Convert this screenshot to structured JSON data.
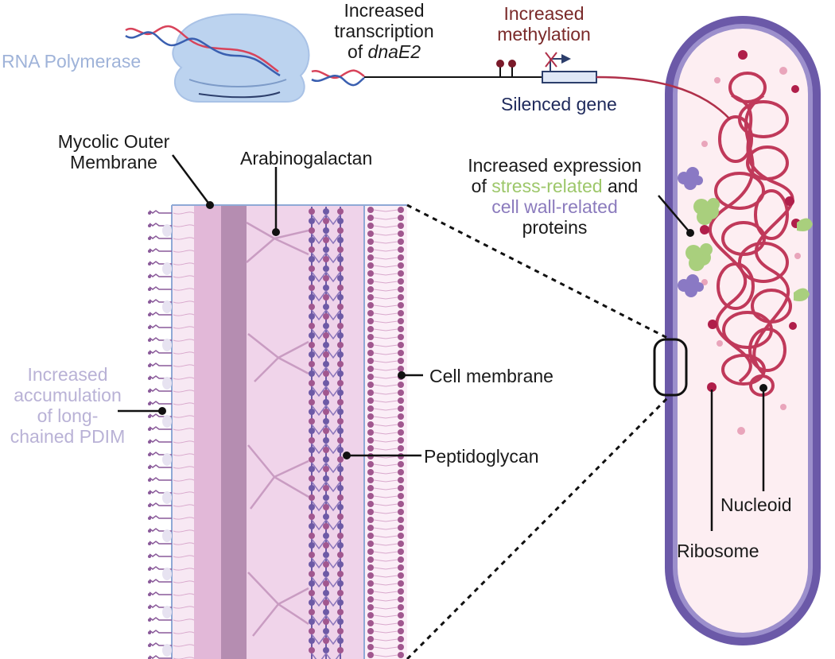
{
  "labels": {
    "rna_polymerase": "RNA Polymerase",
    "transcription_line1": "Increased",
    "transcription_line2": "transcription",
    "transcription_line3_prefix": "of ",
    "transcription_gene": "dnaE2",
    "methylation_line1": "Increased",
    "methylation_line2": "methylation",
    "silenced_gene": "Silenced gene",
    "mycolic_line1": "Mycolic Outer",
    "mycolic_line2": "Membrane",
    "arabinogalactan": "Arabinogalactan",
    "expression_line1": "Increased expression",
    "expression_line2_prefix": "of ",
    "expression_stress": "stress-related",
    "expression_line2_suffix": " and",
    "expression_cellwall": "cell wall-related",
    "expression_line4": "proteins",
    "pdim_line1": "Increased",
    "pdim_line2": "accumulation",
    "pdim_line3": "of long-",
    "pdim_line4": "chained PDIM",
    "cell_membrane": "Cell membrane",
    "peptidoglycan": "Peptidoglycan",
    "nucleoid": "Nucleoid",
    "ribosome": "Ribosome"
  },
  "colors": {
    "rna_polymerase_text": "#9fb3d9",
    "methylation_text": "#7a2a2a",
    "silenced_gene_text": "#1f2a5c",
    "stress_related_text": "#9dc76a",
    "cell_wall_related_text": "#8b7bbd",
    "pdim_text": "#b9b2d6",
    "cell_outline": "#5d4b9a",
    "cytoplasm": "#fdeef2",
    "nucleoid": "#c0395a",
    "wall_pink": "#e8bfdc",
    "wall_dark": "#b58db1"
  },
  "icons": {
    "polymerase": "rna-polymerase-icon",
    "methyl": "methyl-group-icon",
    "gene": "gene-box-icon",
    "protein_stress": "stress-protein-icon",
    "protein_wall": "cell-wall-protein-icon"
  }
}
